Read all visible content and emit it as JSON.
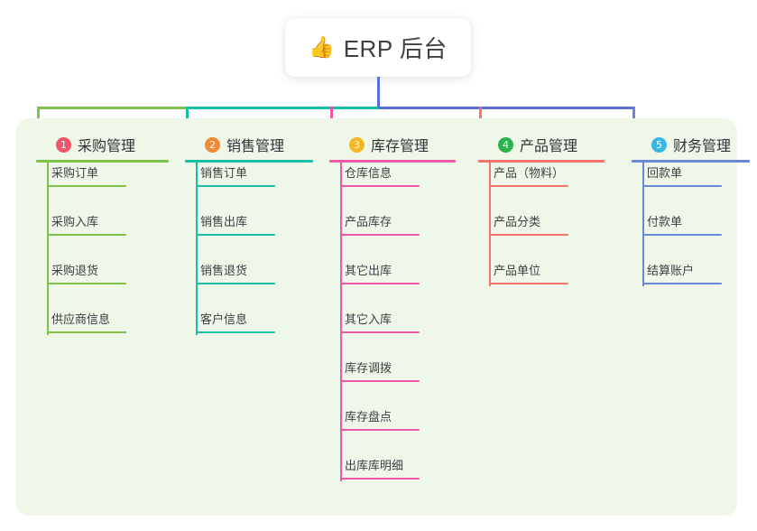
{
  "root": {
    "icon": "thumbs-up-icon",
    "icon_glyph": "👍",
    "title": "ERP 后台"
  },
  "theme": {
    "panel_bg": "#eff7e9",
    "page_bg": "#ffffff",
    "trunk_color": "#5b6fd6",
    "text_color": "#3b4043"
  },
  "connector": {
    "segments": [
      {
        "name": "bar-green",
        "color": "#7ec24a"
      },
      {
        "name": "bar-teal",
        "color": "#17bfa6"
      },
      {
        "name": "bar-blue",
        "color": "#5b6fd6"
      }
    ]
  },
  "columns": [
    {
      "index": "1",
      "title": "采购管理",
      "badge_color": "#f0566a",
      "line_color": "#7ec24a",
      "items": [
        "采购订单",
        "采购入库",
        "采购退货",
        "供应商信息"
      ]
    },
    {
      "index": "2",
      "title": "销售管理",
      "badge_color": "#f08a38",
      "line_color": "#17bfa6",
      "items": [
        "销售订单",
        "销售出库",
        "销售退货",
        "客户信息"
      ]
    },
    {
      "index": "3",
      "title": "库存管理",
      "badge_color": "#f5b822",
      "line_color": "#ef5aa8",
      "items": [
        "仓库信息",
        "产品库存",
        "其它出库",
        "其它入库",
        "库存调拨",
        "库存盘点",
        "出库库明细"
      ]
    },
    {
      "index": "4",
      "title": "产品管理",
      "badge_color": "#2bb24c",
      "line_color": "#f4736c",
      "items": [
        "产品（物料）",
        "产品分类",
        "产品单位"
      ]
    },
    {
      "index": "5",
      "title": "财务管理",
      "badge_color": "#35b8e8",
      "line_color": "#6b87d8",
      "items": [
        "回款单",
        "付款单",
        "结算账户"
      ]
    }
  ]
}
